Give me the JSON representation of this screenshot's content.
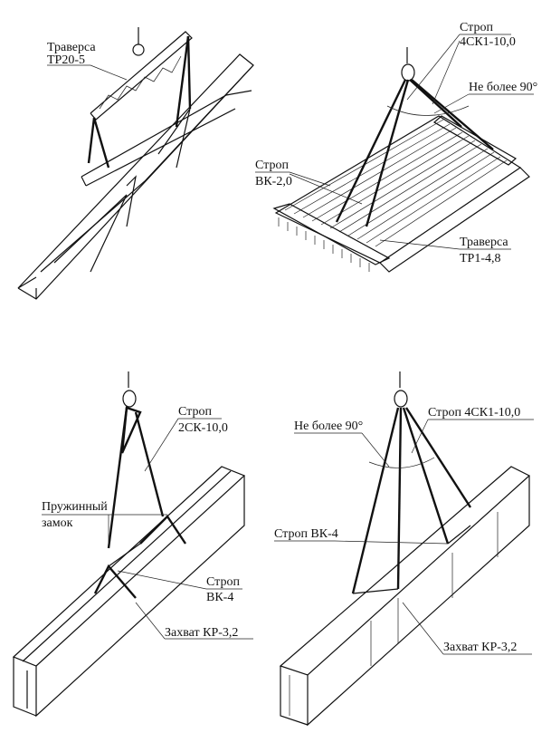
{
  "panels": {
    "top_left": {
      "traverse_label": "Траверса",
      "traverse_code": "ТР20-5"
    },
    "top_right": {
      "sling_label": "Строп",
      "sling_code": "4СК1-10,0",
      "angle_note": "Не более 90°",
      "sling2_label": "Строп",
      "sling2_code": "ВК-2,0",
      "traverse_label": "Траверса",
      "traverse_code": "ТР1-4,8"
    },
    "bottom_left": {
      "sling_label": "Строп",
      "sling_code": "2СК-10,0",
      "lock_label_1": "Пружинный",
      "lock_label_2": "замок",
      "sling2_label": "Строп",
      "sling2_code": "ВК-4",
      "grip_label": "Захват КР-3,2"
    },
    "bottom_right": {
      "angle_note": "Не более 90°",
      "sling_label": "Строп 4СК1-10,0",
      "sling2_label": "Строп ВК-4",
      "grip_label": "Захват КР-3,2"
    }
  }
}
